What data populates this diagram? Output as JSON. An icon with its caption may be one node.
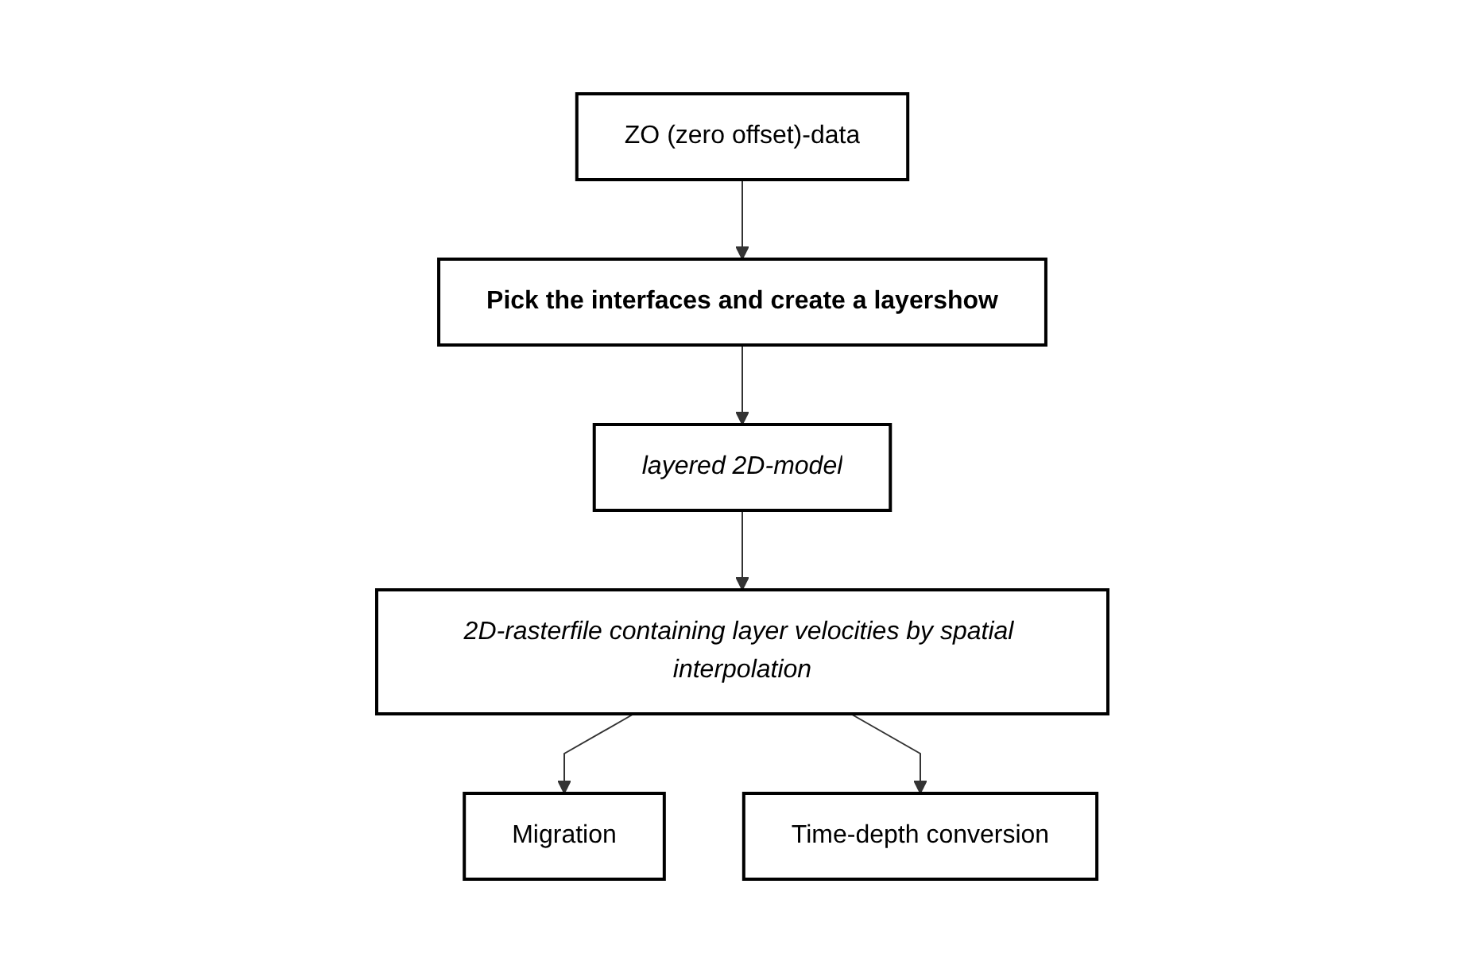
{
  "diagram": {
    "nodes": [
      {
        "text": [
          "ZO (zero offset)-data"
        ]
      },
      {
        "text": [
          "Pick the interfaces and create a layershow"
        ]
      },
      {
        "text": [
          "layered 2D-model"
        ]
      },
      {
        "text": [
          "2D-rasterfile containing layer velocities by spatial interpolation"
        ]
      },
      {
        "text": [
          "Migration"
        ]
      },
      {
        "text": [
          "Time-depth conversion"
        ]
      }
    ],
    "edges": [
      {
        "from": 0,
        "to": 1,
        "arrow": "to"
      },
      {
        "from": 1,
        "to": 2,
        "arrow": "to"
      },
      {
        "from": 2,
        "to": 3,
        "arrow": "to"
      },
      {
        "from": 3,
        "to": 4,
        "arrow": "to"
      },
      {
        "from": 3,
        "to": 5,
        "arrow": "to"
      }
    ]
  }
}
